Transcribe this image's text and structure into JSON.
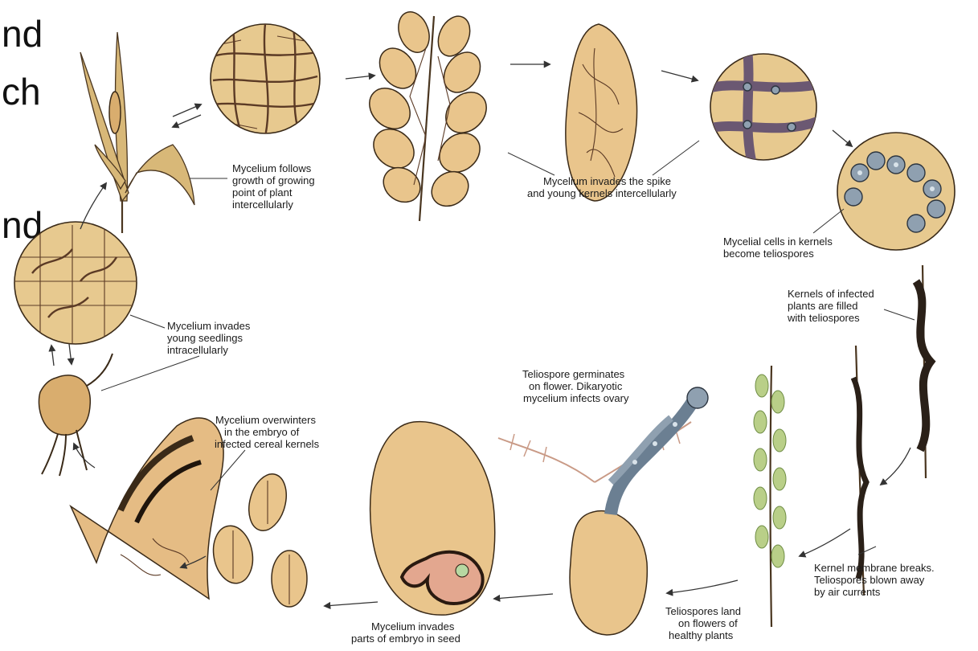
{
  "slide_text_fragments": [
    "nd",
    "ch",
    "nd"
  ],
  "labels": {
    "mycelium_follows": [
      "Mycelium follows",
      "growth of growing",
      "point of plant",
      "intercellularly"
    ],
    "mycelium_invades_spike": [
      "Mycelium invades the spike",
      "and young kernels intercellularly"
    ],
    "mycelial_cells": [
      "Mycelial cells in kernels",
      "become teliospores"
    ],
    "kernels_infected": [
      "Kernels of infected",
      "plants are filled",
      "with teliospores"
    ],
    "mycelium_invades_seedlings": [
      "Mycelium invades",
      "young seedlings",
      "intracellularly"
    ],
    "teliospore_germinates": [
      "Teliospore germinates",
      "on flower. Dikaryotic",
      "mycelium infects ovary"
    ],
    "mycelium_overwinters": [
      "Mycelium overwinters",
      "in the embryo of",
      "infected cereal kernels"
    ],
    "kernel_membrane": [
      "Kernel membrane breaks.",
      "Teliospores blown away",
      "by air currents"
    ],
    "teliospores_land": [
      "Teliospores land",
      "on flowers of",
      "healthy plants"
    ],
    "mycelium_invades_embryo": [
      "Mycelium invades",
      "parts of embryo in seed"
    ]
  },
  "colors": {
    "tissue": "#e7c98f",
    "mycelium": "#5b3a25",
    "teliospore": "#8fa0b0",
    "healthy_plant": "#b9cf88"
  }
}
